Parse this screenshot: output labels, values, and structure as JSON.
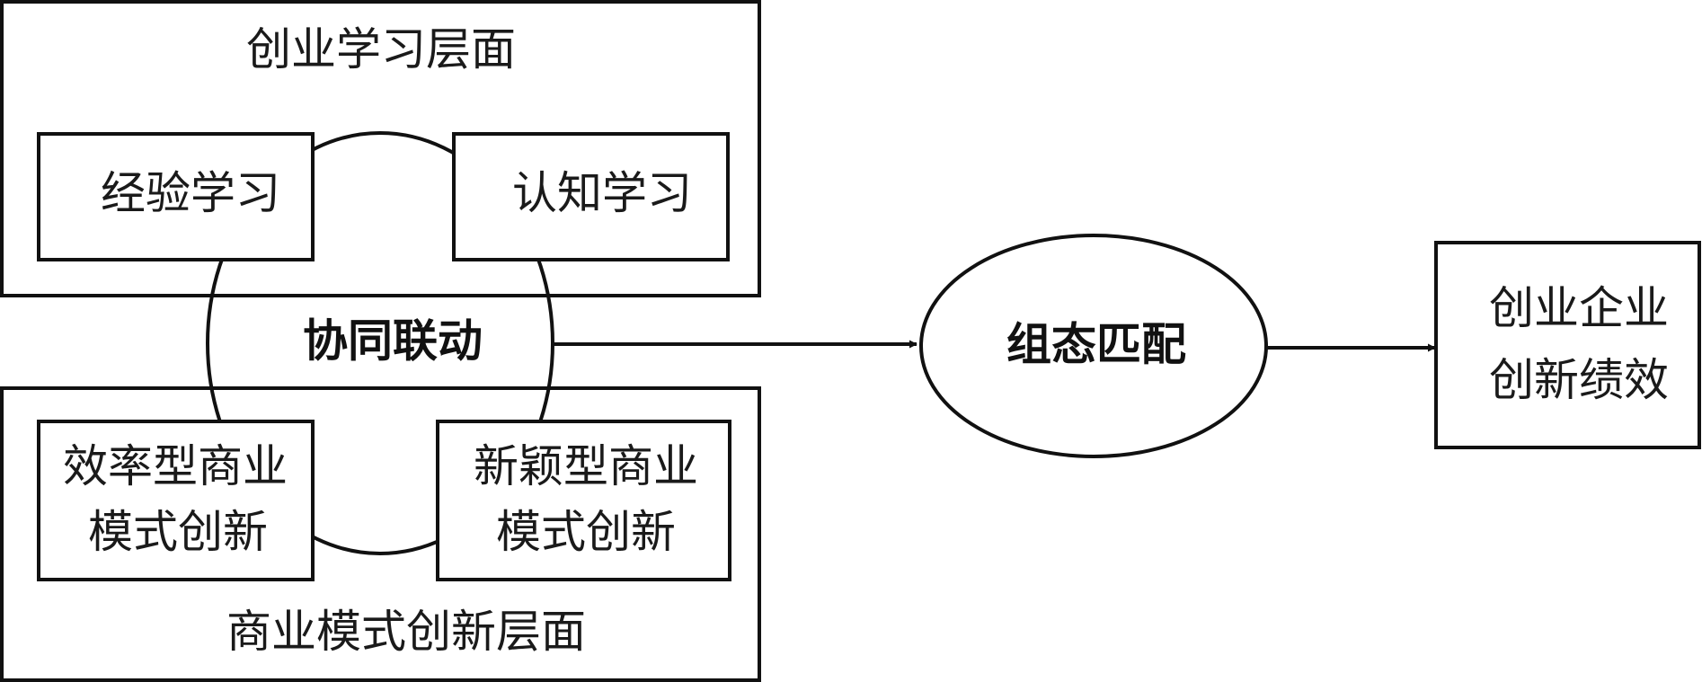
{
  "entrepreneurial_learning_level": {
    "title": "创业学习层面",
    "experiential_learning": "经验学习",
    "cognitive_learning": "认知学习"
  },
  "business_model_innovation_level": {
    "title": "商业模式创新层面",
    "efficiency_bmi": [
      "效率型商业",
      "模式创新"
    ],
    "novelty_bmi": [
      "新颖型商业",
      "模式创新"
    ]
  },
  "synergy": {
    "label": "协同联动"
  },
  "configuration": {
    "label": "组态匹配"
  },
  "outcome": {
    "lines": [
      "创业企业",
      "创新绩效"
    ]
  }
}
